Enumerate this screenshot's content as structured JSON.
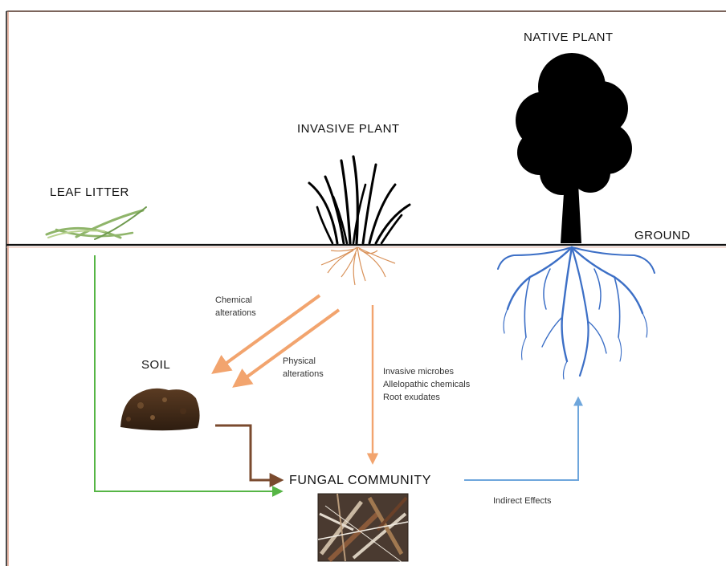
{
  "labels": {
    "leaf_litter": "LEAF LITTER",
    "invasive_plant": "INVASIVE PLANT",
    "native_plant": "NATIVE PLANT",
    "ground": "GROUND",
    "soil": "SOIL",
    "fungal_community": "FUNGAL COMMUNITY"
  },
  "annotations": {
    "chemical": [
      "Chemical",
      "alterations"
    ],
    "physical": [
      "Physical",
      "alterations"
    ],
    "invasive_effects": [
      "Invasive microbes",
      "Allelopathic chemicals",
      "Root exudates"
    ],
    "indirect": "Indirect Effects"
  },
  "colors": {
    "frame_line": "#e8b9a8",
    "ground_line": "#111111",
    "leaf_litter_arrow": "#56b545",
    "invasive_arrows": "#f2a46e",
    "soil_arrow": "#7a4a2e",
    "indirect_arrow": "#6ea6dc",
    "native_roots": "#3c6fc6",
    "invasive_roots": "#d9925a",
    "tree_silhouette": "#000000",
    "leaf_litter": "#8fb56a"
  },
  "icons": {
    "leaf_litter": "leaf-litter-icon",
    "invasive_plant": "grass-icon",
    "native_plant": "tree-icon",
    "soil": "soil-clump-icon",
    "fungal_photo": "fungal-mycelium-photo"
  }
}
